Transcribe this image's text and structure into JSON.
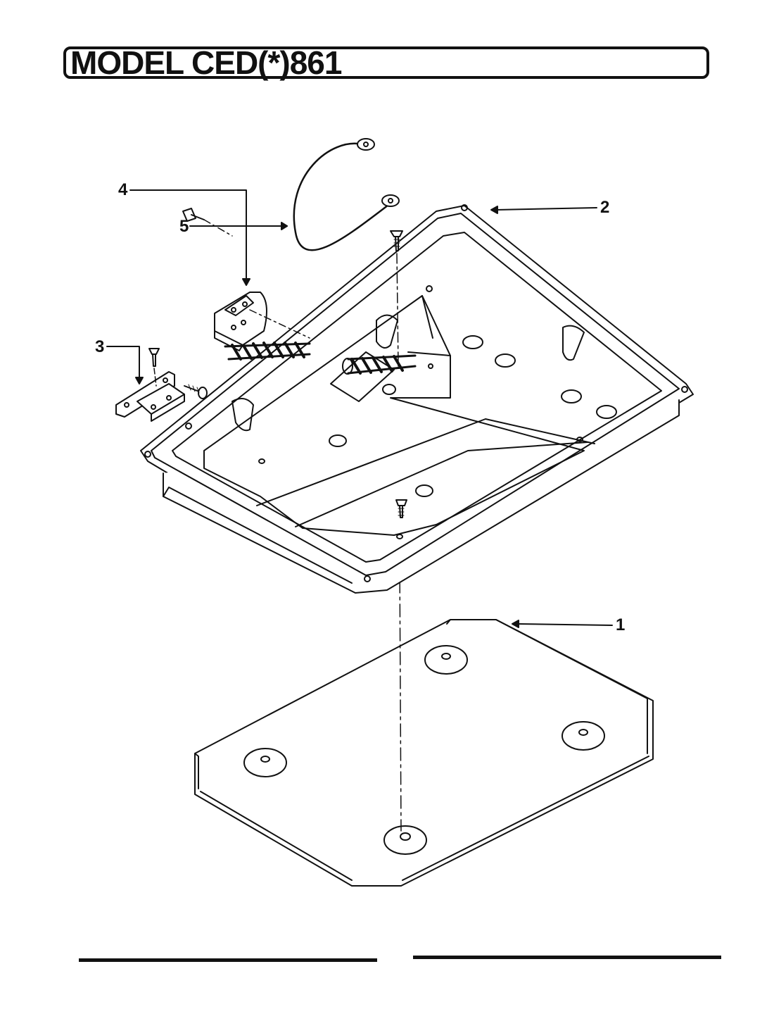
{
  "title": "MODEL CED(*)861",
  "callouts": {
    "c1": "1",
    "c2": "2",
    "c3": "3",
    "c4": "4",
    "c5": "5"
  },
  "colors": {
    "ink": "#111111",
    "paper": "#ffffff"
  }
}
